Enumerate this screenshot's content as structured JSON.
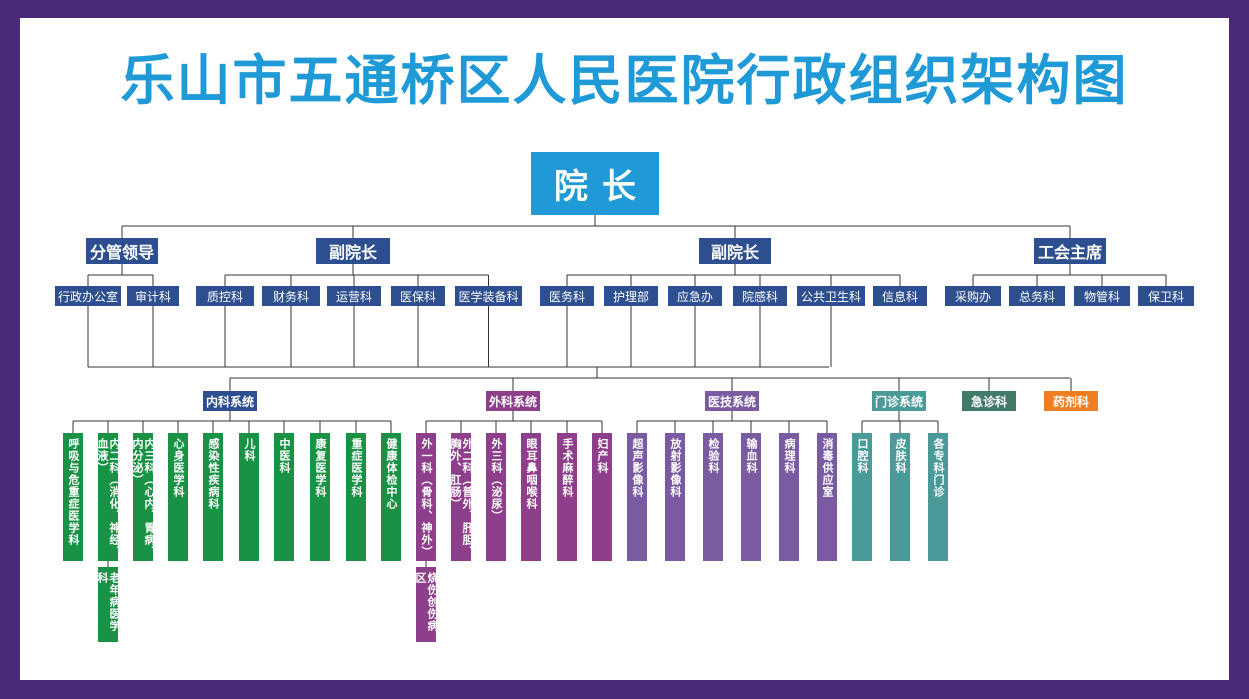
{
  "title": "乐山市五通桥区人民医院行政组织架构图",
  "top_node": "院长",
  "leaders": [
    "分管领导",
    "副院长",
    "副院长",
    "工会主席"
  ],
  "admin_units": [
    "行政办公室",
    "审计科",
    "质控科",
    "财务科",
    "运营科",
    "医保科",
    "医学装备科",
    "医务科",
    "护理部",
    "应急办",
    "院感科",
    "公共卫生科",
    "信息科",
    "采购办",
    "总务科",
    "物管科",
    "保卫科"
  ],
  "systems": [
    "内科系统",
    "外科系统",
    "医技系统",
    "门诊系统",
    "急诊科",
    "药剂科"
  ],
  "depts": {
    "internal": [
      "呼吸与危重症医学科",
      "内二科（消化、神经、血液）",
      "内三科（心内、胃病、内分泌）",
      "心身医学科",
      "感染性疾病科",
      "儿科",
      "中医科",
      "康复医学科",
      "重症医学科",
      "健康体检中心"
    ],
    "internal_sub": "老年病医学科",
    "surgical": [
      "外一科（骨科、神外）",
      "外二科（普外、肝胆、胸外、肛肠）",
      "外三科（泌尿）",
      "眼耳鼻咽喉科",
      "手术麻醉科",
      "妇产科"
    ],
    "surgical_sub": "烧伤创伤病区",
    "tech": [
      "超声影像科",
      "放射影像科",
      "检验科",
      "输血科",
      "病理科",
      "消毒供应室"
    ],
    "outpatient": [
      "口腔科",
      "皮肤科",
      "各专科门诊"
    ]
  },
  "colors": {
    "border": "#4a2a78",
    "title": "#1f9ad6",
    "navy": "#2d4f8f",
    "internal": "#1a9245",
    "surgical": "#8e3f8c",
    "tech": "#7a5aa0",
    "outpatient": "#4a9a9a",
    "emergency": "#3f7a6a",
    "pharmacy": "#ef7d22"
  }
}
